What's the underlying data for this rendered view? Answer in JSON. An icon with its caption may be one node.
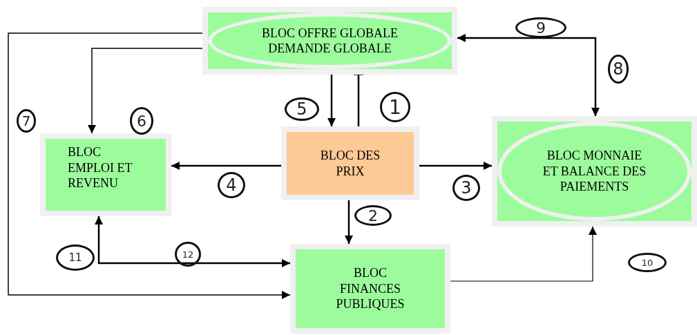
{
  "diagram": {
    "nodes": [
      {
        "text": [
          "BLOC OFFRE GLOBALE DEMANDE GLOBALE"
        ]
      },
      {
        "text": [
          "BLOC EMPLOI ET REVENU"
        ]
      },
      {
        "text": [
          "BLOC DES PRIX"
        ]
      },
      {
        "text": [
          "BLOC MONNAIE ET BALANCE DES PAIEMENTS"
        ]
      },
      {
        "text": [
          "BLOC FINANCES PUBLIQUES"
        ]
      }
    ],
    "edges": [
      {
        "from": 0,
        "to": 1,
        "arrow": "to"
      },
      {
        "from": 0,
        "to": 4,
        "arrow": "to"
      },
      {
        "from": 0,
        "to": 2,
        "arrow": "to"
      },
      {
        "from": 2,
        "to": 0,
        "arrow": "other"
      },
      {
        "from": 2,
        "to": 1,
        "arrow": "to"
      },
      {
        "from": 2,
        "to": 3,
        "arrow": "to"
      },
      {
        "from": 2,
        "to": 4,
        "arrow": "to"
      },
      {
        "from": 3,
        "to": 0,
        "arrow": "both"
      },
      {
        "from": 4,
        "to": 3,
        "arrow": "to"
      },
      {
        "from": 1,
        "to": 4,
        "arrow": "both"
      }
    ],
    "labels": [
      "9",
      "8",
      "5",
      "1",
      "7",
      "6",
      "4",
      "3",
      "2",
      "10",
      "11",
      "12"
    ]
  }
}
